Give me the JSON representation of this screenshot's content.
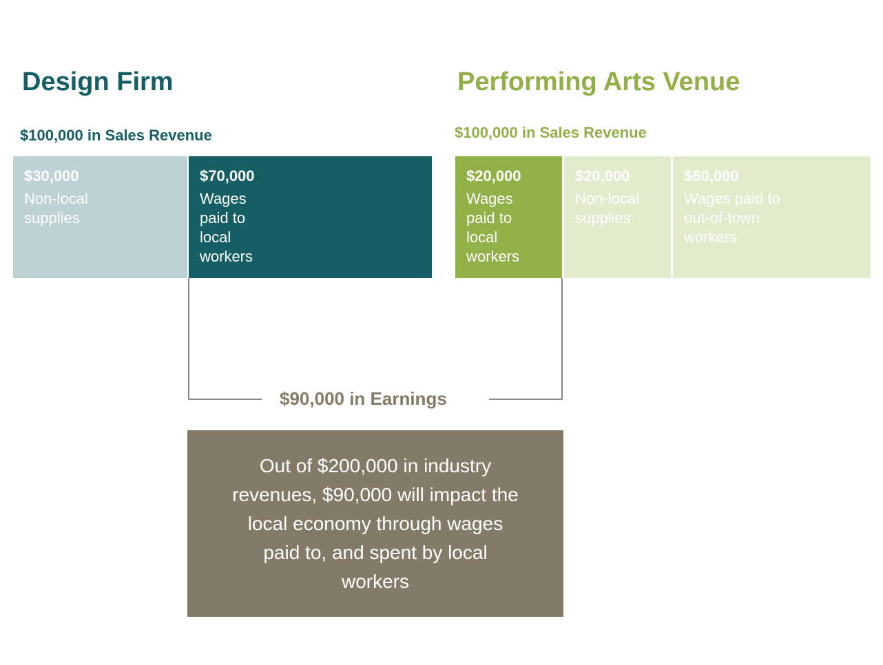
{
  "colors": {
    "design_dark": "#155e63",
    "design_light": "#bcd2d4",
    "venue_green": "#92b048",
    "venue_light": "#e3ebcd",
    "venue_light_text": "#ffffff",
    "earnings_gray": "#837b67",
    "connector_gray": "#8a8a8a"
  },
  "design_firm": {
    "title": "Design Firm",
    "revenue_label": "$100,000 in Sales Revenue",
    "segments": [
      {
        "amount": "$30,000",
        "label": "Non-local supplies"
      },
      {
        "amount": "$70,000",
        "label": "Wages paid to local workers"
      }
    ]
  },
  "venue": {
    "title": "Performing Arts Venue",
    "revenue_label": "$100,000 in Sales Revenue",
    "segments": [
      {
        "amount": "$20,000",
        "label": "Wages paid to local workers"
      },
      {
        "amount": "$20,000",
        "label": "Non-local supplies"
      },
      {
        "amount": "$60,000",
        "label": "Wages paid to out-of-town workers"
      }
    ]
  },
  "earnings": {
    "label": "$90,000 in Earnings",
    "summary": "Out of $200,000 in industry revenues, $90,000 will impact the local economy through wages paid to, and spent by local workers"
  }
}
